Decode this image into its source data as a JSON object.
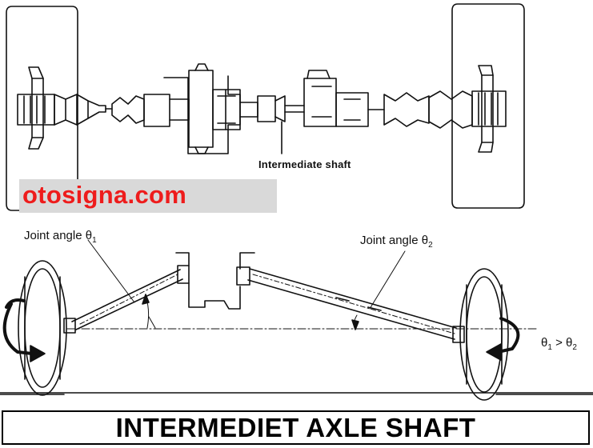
{
  "top_diagram": {
    "shaft_label": "Intermediate shaft"
  },
  "bottom_diagram": {
    "joint_label_1_prefix": "Joint angle θ",
    "joint_label_1_sub": "1",
    "joint_label_2_prefix": "Joint angle θ",
    "joint_label_2_sub": "2",
    "relation": {
      "left": "θ",
      "left_sub": "1",
      "op": " > ",
      "right": "θ",
      "right_sub": "2"
    }
  },
  "watermark": "otosigna.com",
  "title": "INTERMEDIET AXLE SHAFT",
  "colors": {
    "line": "#111111",
    "watermark_text": "#ee1c1c",
    "watermark_bg": "#d9d9d9",
    "background": "#ffffff"
  }
}
